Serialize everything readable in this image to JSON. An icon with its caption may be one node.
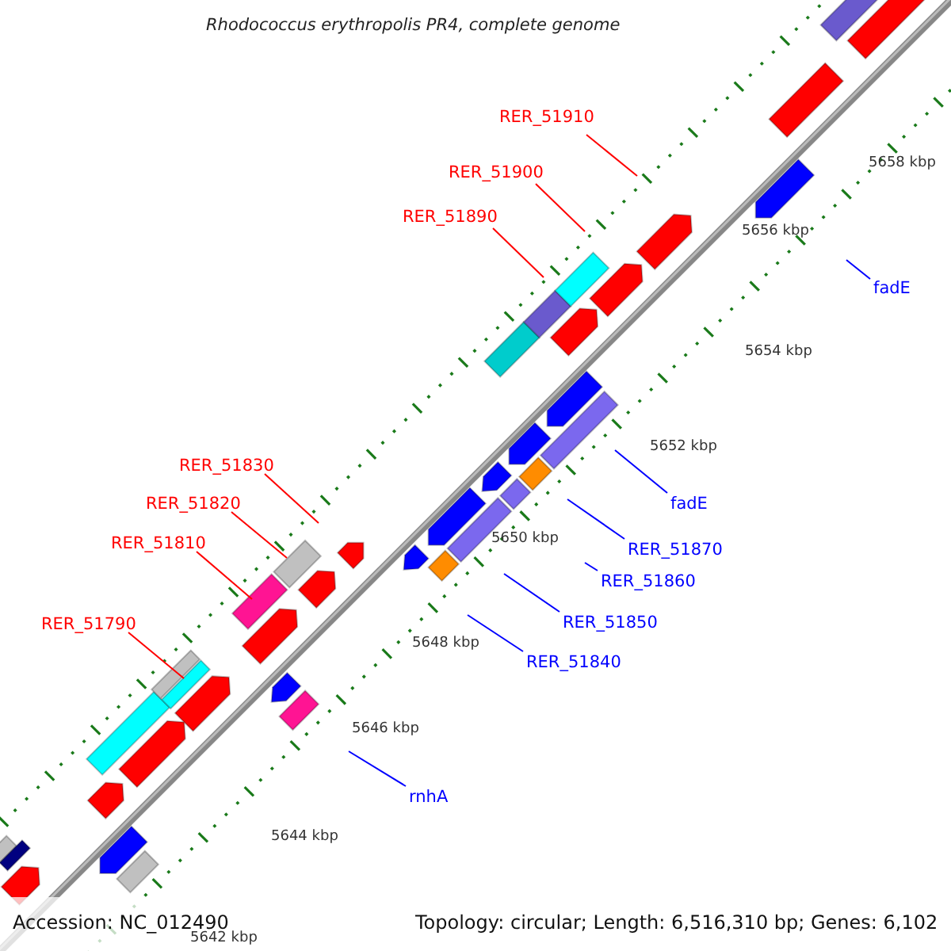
{
  "diagram": {
    "title": "Rhodococcus erythropolis PR4, complete genome",
    "nodes": [
      {
        "text": [
          "RER_51910"
        ]
      },
      {
        "text": [
          "RER_51900"
        ]
      },
      {
        "text": [
          "RER_51890"
        ]
      },
      {
        "text": [
          "fadE"
        ]
      },
      {
        "text": [
          "fadE"
        ]
      },
      {
        "text": [
          "RER_51870"
        ]
      },
      {
        "text": [
          "RER_51860"
        ]
      },
      {
        "text": [
          "RER_51850"
        ]
      },
      {
        "text": [
          "RER_51840"
        ]
      },
      {
        "text": [
          "RER_51830"
        ]
      },
      {
        "text": [
          "RER_51820"
        ]
      },
      {
        "text": [
          "RER_51810"
        ]
      },
      {
        "text": [
          "RER_51790"
        ]
      },
      {
        "text": [
          "rnhA"
        ]
      }
    ],
    "edges": [
      {
        "from": 0,
        "to": null,
        "arrow": "none",
        "color": "#ff0000"
      },
      {
        "from": 1,
        "to": null,
        "arrow": "none",
        "color": "#ff0000"
      },
      {
        "from": 2,
        "to": null,
        "arrow": "none",
        "color": "#ff0000"
      },
      {
        "from": 3,
        "to": null,
        "arrow": "none",
        "color": "#0000ff"
      },
      {
        "from": 4,
        "to": null,
        "arrow": "none",
        "color": "#0000ff"
      },
      {
        "from": 5,
        "to": null,
        "arrow": "none",
        "color": "#0000ff"
      },
      {
        "from": 6,
        "to": null,
        "arrow": "none",
        "color": "#0000ff"
      },
      {
        "from": 7,
        "to": null,
        "arrow": "none",
        "color": "#0000ff"
      },
      {
        "from": 8,
        "to": null,
        "arrow": "none",
        "color": "#0000ff"
      },
      {
        "from": 9,
        "to": null,
        "arrow": "none",
        "color": "#ff0000"
      },
      {
        "from": 10,
        "to": null,
        "arrow": "none",
        "color": "#ff0000"
      },
      {
        "from": 11,
        "to": null,
        "arrow": "none",
        "color": "#ff0000"
      },
      {
        "from": 12,
        "to": null,
        "arrow": "none",
        "color": "#ff0000"
      },
      {
        "from": 13,
        "to": null,
        "arrow": "none",
        "color": "#0000ff"
      }
    ],
    "labels": [
      "5658 kbp",
      "5656 kbp",
      "5654 kbp",
      "5652 kbp",
      "5650 kbp",
      "5648 kbp",
      "5646 kbp",
      "5644 kbp",
      "5642 kbp",
      "Accession: NC_012490",
      "Topology: circular; Length: 6,516,310 bp; Genes: 6,102"
    ]
  }
}
